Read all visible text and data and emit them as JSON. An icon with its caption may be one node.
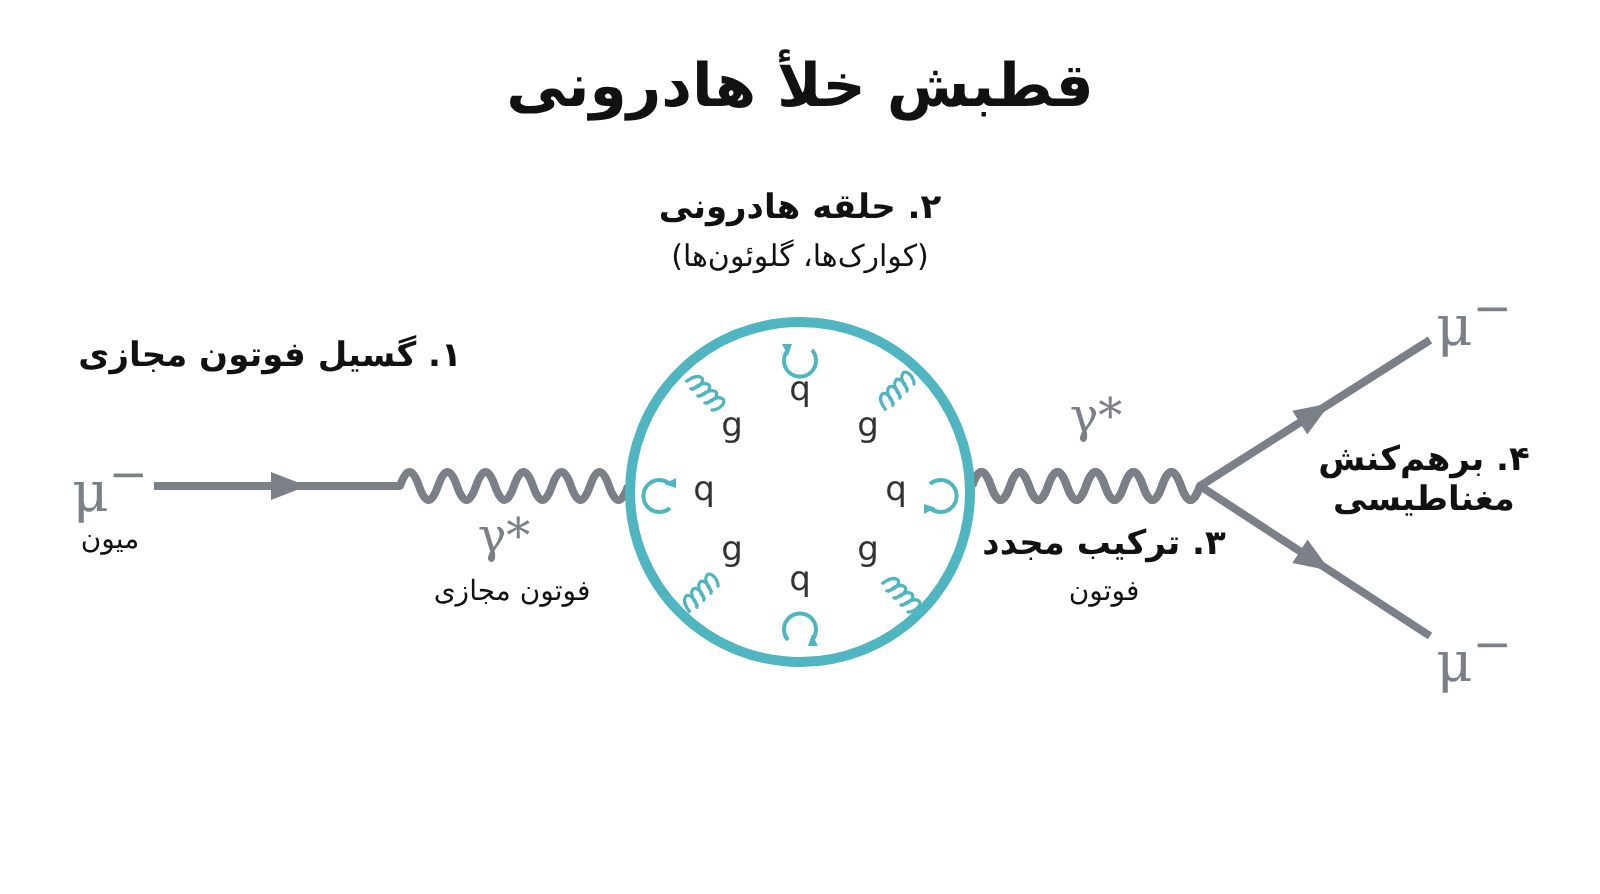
{
  "diagram": {
    "title": "قطبش خلأ هادرونی",
    "nodes": [
      {
        "text": [
          "μ$^{−}$"
        ],
        "beside": [
          "میون"
        ]
      },
      {
        "text": [
          "q",
          "g",
          "g",
          "q",
          "q",
          "g",
          "g",
          "q"
        ]
      },
      {
        "text": [
          "μ$^{−}$"
        ]
      },
      {
        "text": [
          "μ$^{−}$"
        ]
      }
    ],
    "edges": [
      {
        "from": 0,
        "to": 1,
        "arrow": "to"
      },
      {
        "from": 1,
        "to": 2,
        "arrow": "to"
      },
      {
        "from": 1,
        "to": 3,
        "arrow": "to"
      }
    ],
    "labels": [
      "۲. حلقه هادرونی",
      "(کوارک‌ها، گلوئون‌ها)",
      "۱. گسیل فوتون مجازی",
      "γ*",
      "فوتون مجازی",
      "γ*",
      "۳. ترکیب مجدد",
      "فوتون",
      "۴. برهم‌کنش مغناطیسی"
    ]
  }
}
